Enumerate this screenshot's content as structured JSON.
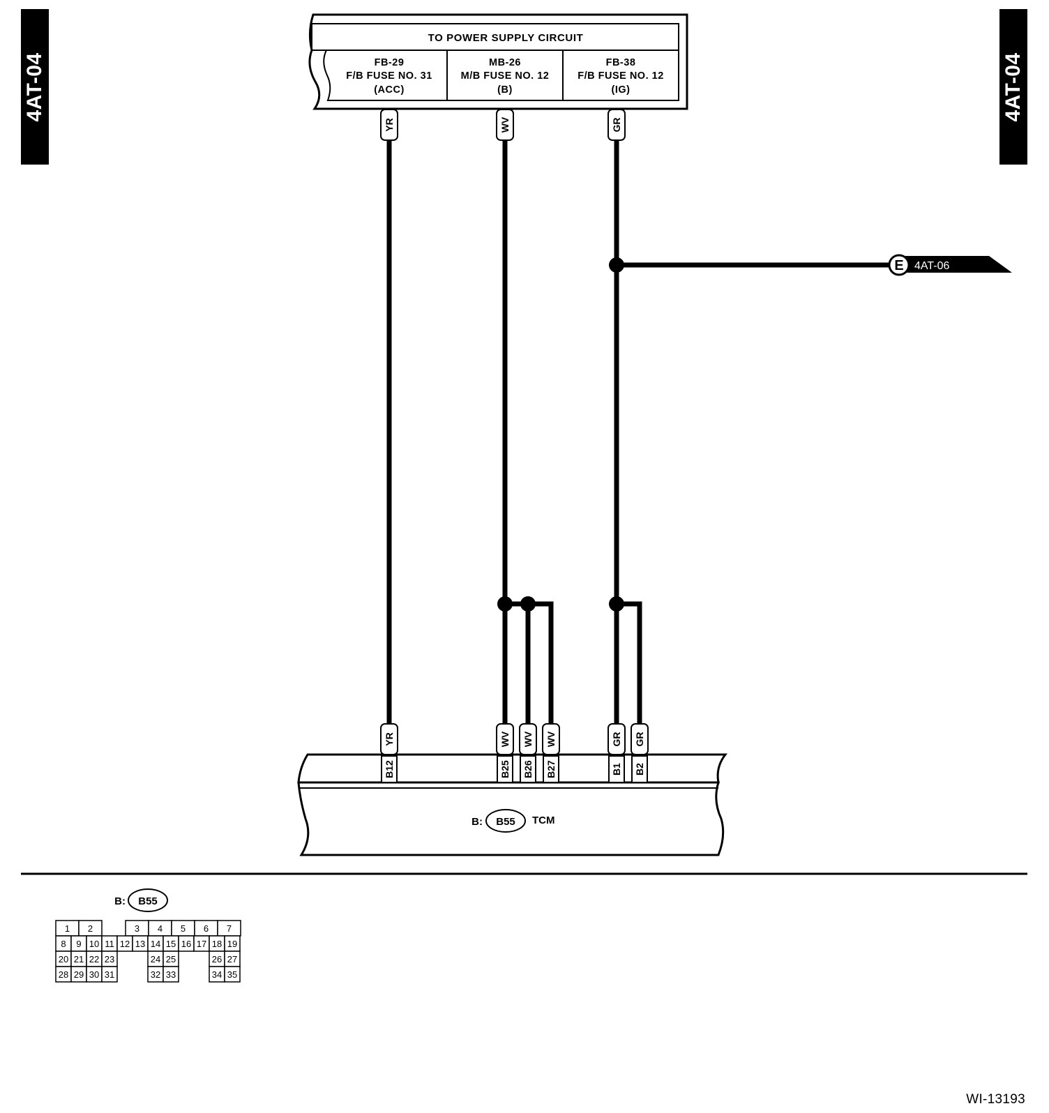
{
  "side_tabs": {
    "left": "4AT-04",
    "right": "4AT-04"
  },
  "power_supply": {
    "title": "TO POWER SUPPLY CIRCUIT",
    "fuses": [
      {
        "id": "fuse-fb29",
        "line1": "FB-29",
        "line2": "F/B FUSE NO. 31",
        "line3": "(ACC)"
      },
      {
        "id": "fuse-mb26",
        "line1": "MB-26",
        "line2": "M/B FUSE NO. 12",
        "line3": "(B)"
      },
      {
        "id": "fuse-fb38",
        "line1": "FB-38",
        "line2": "F/B FUSE NO. 12",
        "line3": "(IG)"
      }
    ]
  },
  "wire_colors": [
    "YR",
    "WV",
    "GR"
  ],
  "offpage": {
    "letter": "E",
    "ref": "4AT-06"
  },
  "tcm": {
    "connector_prefix": "B:",
    "connector": "B55",
    "label": "TCM",
    "pins": [
      {
        "pin": "B12",
        "wire": "YR"
      },
      {
        "pin": "B25",
        "wire": "WV"
      },
      {
        "pin": "B26",
        "wire": "WV"
      },
      {
        "pin": "B27",
        "wire": "WV"
      },
      {
        "pin": "B1",
        "wire": "GR"
      },
      {
        "pin": "B2",
        "wire": "GR"
      }
    ]
  },
  "connector_face": {
    "prefix": "B:",
    "connector": "B55",
    "rows": [
      [
        "1",
        "2",
        "",
        "3",
        "4",
        "5",
        "6",
        "7"
      ],
      [
        "8",
        "9",
        "10",
        "11",
        "12",
        "13",
        "14",
        "15",
        "16",
        "17",
        "18",
        "19"
      ],
      [
        "20",
        "21",
        "22",
        "23",
        "24",
        "25",
        "26",
        "27"
      ],
      [
        "28",
        "29",
        "30",
        "31",
        "32",
        "33",
        "34",
        "35"
      ]
    ]
  },
  "doc_id": "WI-13193"
}
